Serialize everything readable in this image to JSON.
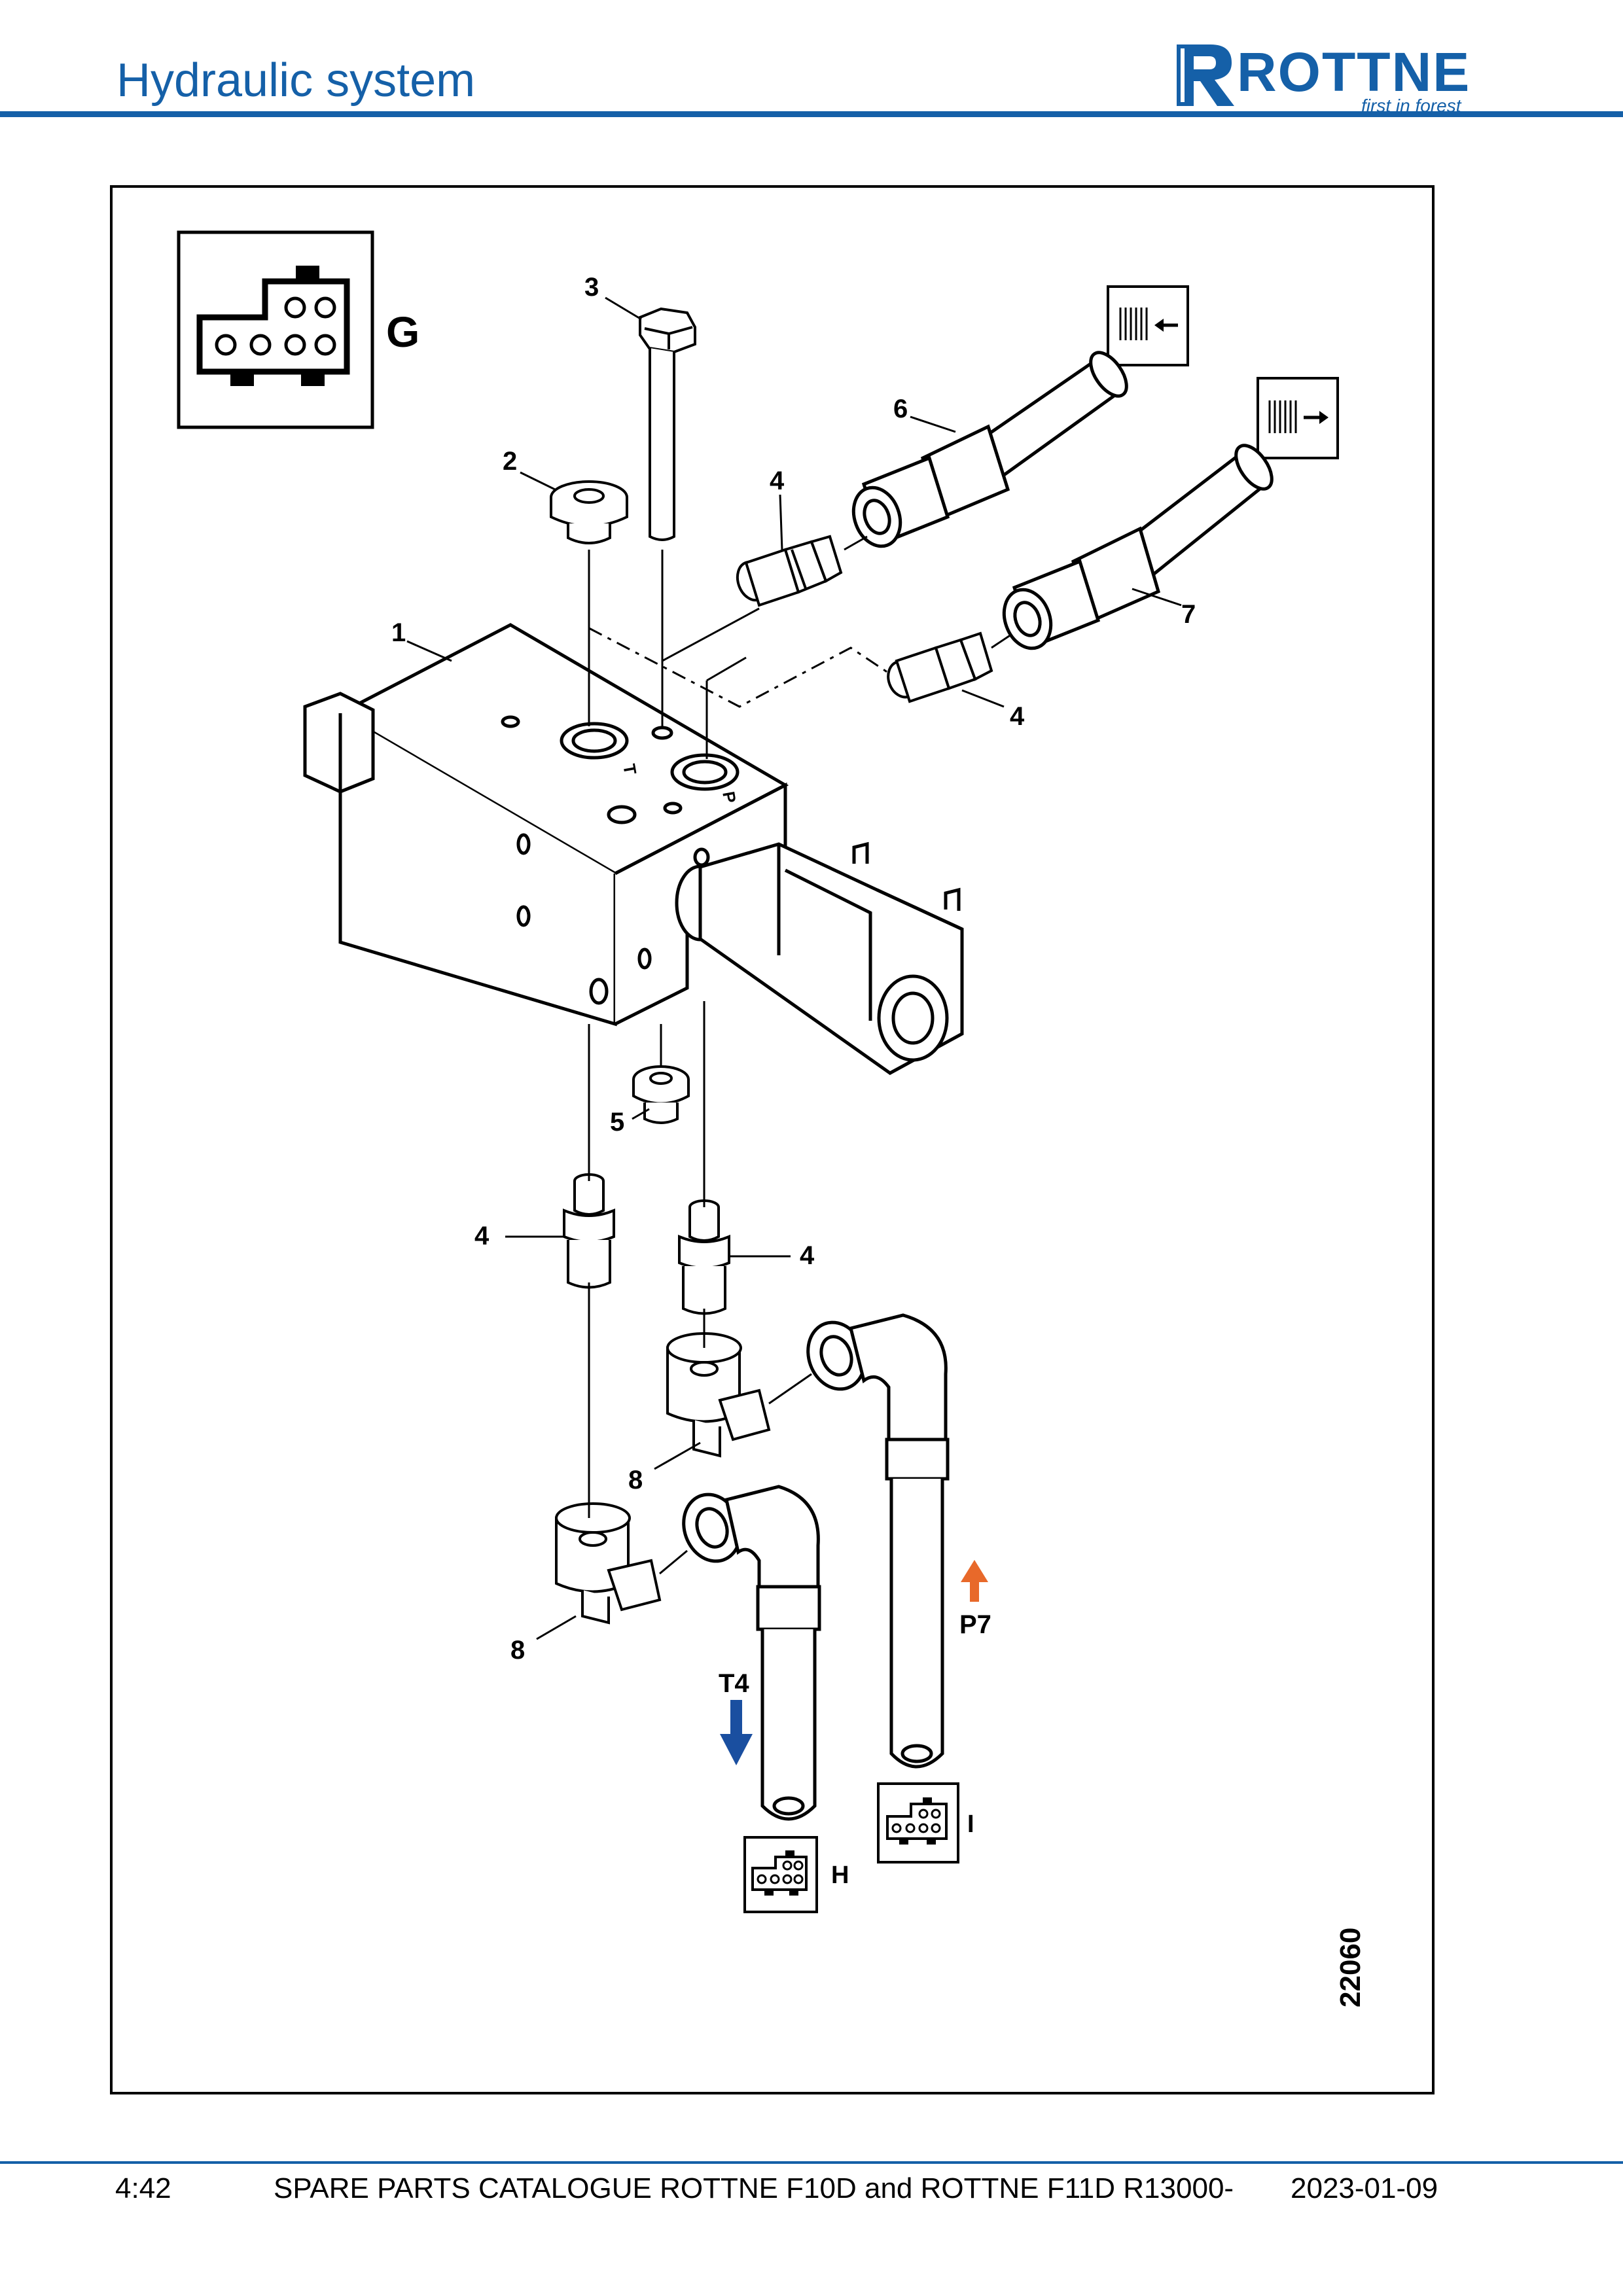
{
  "header": {
    "title": "Hydraulic system",
    "logo_text": "ROTTNE",
    "logo_tagline": "first in forest",
    "brand_color": "#1560a8"
  },
  "diagram": {
    "connector_labels": [
      "G",
      "H",
      "I"
    ],
    "part_labels": {
      "p1": "1",
      "p2": "2",
      "p3": "3",
      "p4a": "4",
      "p4b": "4",
      "p4c": "4",
      "p4d": "4",
      "p5": "5",
      "p6": "6",
      "p7": "7",
      "p8a": "8",
      "p8b": "8"
    },
    "port_labels": {
      "tank": "T",
      "pressure": "P"
    },
    "flow_labels": {
      "tank_return": "T4",
      "pressure_supply": "P7"
    },
    "flow_colors": {
      "tank_return": "#1a4fa0",
      "pressure_supply": "#e8692a"
    },
    "drawing_number": "22060"
  },
  "footer": {
    "page": "4:42",
    "catalogue": "SPARE PARTS CATALOGUE ROTTNE F10D and ROTTNE F11D R13000-",
    "date": "2023-01-09"
  }
}
